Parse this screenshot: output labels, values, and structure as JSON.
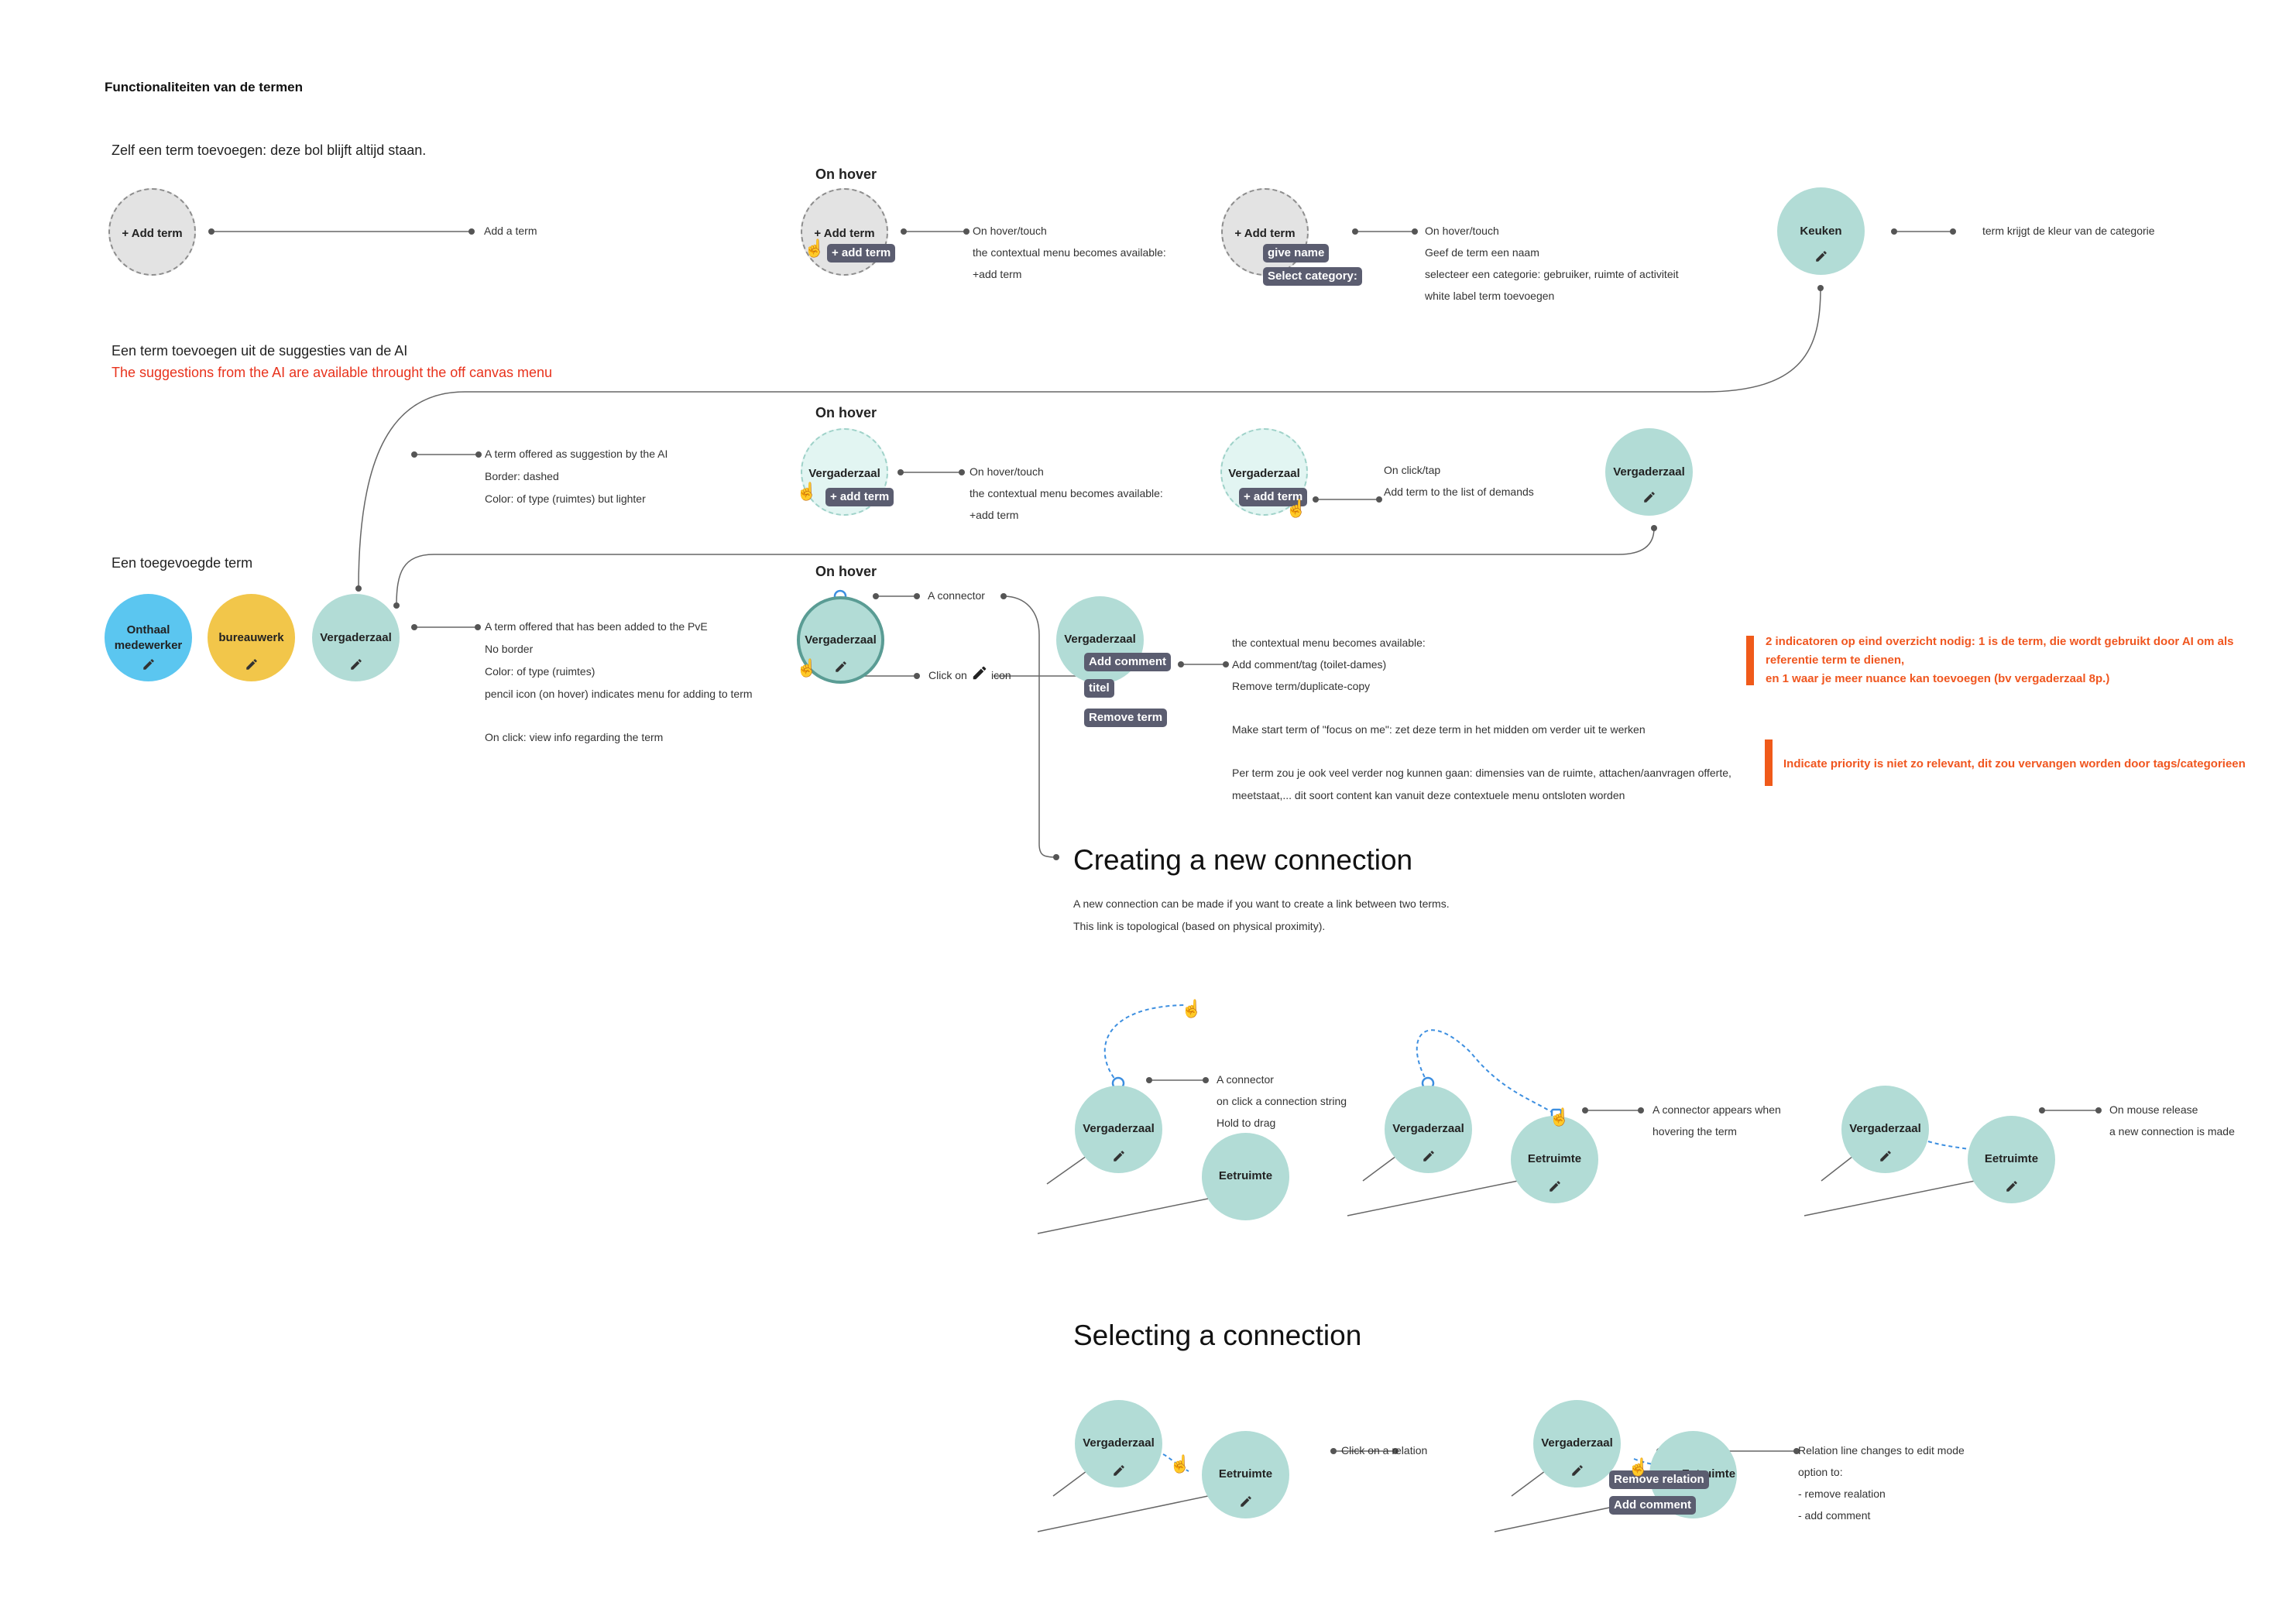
{
  "title": "Functionaliteiten van de termen",
  "sections": {
    "self_add": "Zelf een term toevoegen: deze bol blijft altijd staan.",
    "ai_add": "Een term toevoegen uit de suggesties van de AI",
    "ai_add_note": "The suggestions from the AI are available throught the off canvas menu",
    "added": "Een toegevoegde term"
  },
  "on_hover": "On hover",
  "row1": {
    "add_term_bubble": "+ Add term",
    "add_a_term": "Add a term",
    "hover_note": [
      "On hover/touch",
      "the contextual menu becomes available:",
      "+add term"
    ],
    "pill_add_term": "+ add term",
    "pill_give_name": "give name",
    "pill_select_category": "Select category:",
    "name_note": [
      "On hover/touch",
      "Geef de term een naam",
      "selecteer een categorie: gebruiker, ruimte of activiteit",
      "white label term toevoegen"
    ],
    "keuken": "Keuken",
    "keuken_note": "term krijgt de kleur van de categorie"
  },
  "row2": {
    "suggest_note": [
      "A term offered as suggestion by the AI",
      "Border: dashed",
      "Color:  of type (ruimtes) but lighter"
    ],
    "vergaderzaal": "Vergaderzaal",
    "hover_note": [
      "On hover/touch",
      "the contextual menu becomes available:",
      "+add term"
    ],
    "click_note": [
      "On click/tap",
      "Add term to the list of demands"
    ]
  },
  "row3": {
    "onthaal": "Onthaal medewerker",
    "bureauwerk": "bureauwerk",
    "vergaderzaal": "Vergaderzaal",
    "added_note": [
      "A term offered that has been added to the PvE",
      "No border",
      "Color:  of type (ruimtes)",
      "pencil icon (on hover) indicates menu for adding to term",
      "",
      "On click: view info regarding the term"
    ],
    "a_connector": "A connector",
    "click_on": "Click on",
    "icon_word": "icon",
    "pill_add_comment": "Add comment",
    "pill_titel": "titel",
    "pill_remove_term": "Remove term",
    "menu_note": [
      "the contextual menu becomes available:",
      "Add comment/tag (toilet-dames)",
      "Remove term/duplicate-copy"
    ],
    "focus_note": "Make start term of \"focus on me\": zet deze term in het midden om verder uit te werken",
    "more_note": [
      "Per term zou je ook veel verder nog kunnen gaan: dimensies van de ruimte, attachen/aanvragen offerte,",
      "meetstaat,... dit soort content kan vanuit deze contextuele menu ontsloten worden"
    ],
    "orange1": "2 indicatoren op eind overzicht nodig: 1 is de term, die wordt gebruikt door AI om als referentie term te dienen,\nen 1 waar je meer nuance kan toevoegen (bv vergaderzaal 8p.)",
    "orange2": "Indicate priority is niet zo relevant, dit zou vervangen worden door tags/categorieen"
  },
  "creating": {
    "heading": "Creating a new connection",
    "desc": [
      "A new connection can be made if you want to create a link between two terms.",
      "This link is topological (based on physical proximity)."
    ],
    "vergaderzaal": "Vergaderzaal",
    "eetruimte": "Eetruimte",
    "note1": [
      "A connector",
      "on click a connection string",
      "Hold to drag"
    ],
    "note2": [
      "A connector  appears when",
      "hovering the term"
    ],
    "note3": [
      "On mouse release",
      "a new connection is made"
    ]
  },
  "selecting": {
    "heading": "Selecting a connection",
    "vergaderzaal": "Vergaderzaal",
    "eetruimte": "Eetruimte",
    "eetruimte_partial": "Eetruimte",
    "note1": "Click on a relation",
    "pill_remove_relation": "Remove relation",
    "pill_add_comment": "Add   comment",
    "note2": [
      "Relation line changes to edit mode",
      "option to:",
      "- remove realation",
      "- add comment"
    ]
  },
  "colors": {
    "teal": "#b2dcd6",
    "blue": "#5bc6f0",
    "yellow": "#f2c64a",
    "pill": "#5b5d70",
    "orange": "#f05a1a",
    "red": "#e8321c",
    "connector_blue": "#3d8fe0"
  },
  "icons": [
    "pencil-icon",
    "hand-pointer-icon",
    "connector-dot-icon"
  ]
}
